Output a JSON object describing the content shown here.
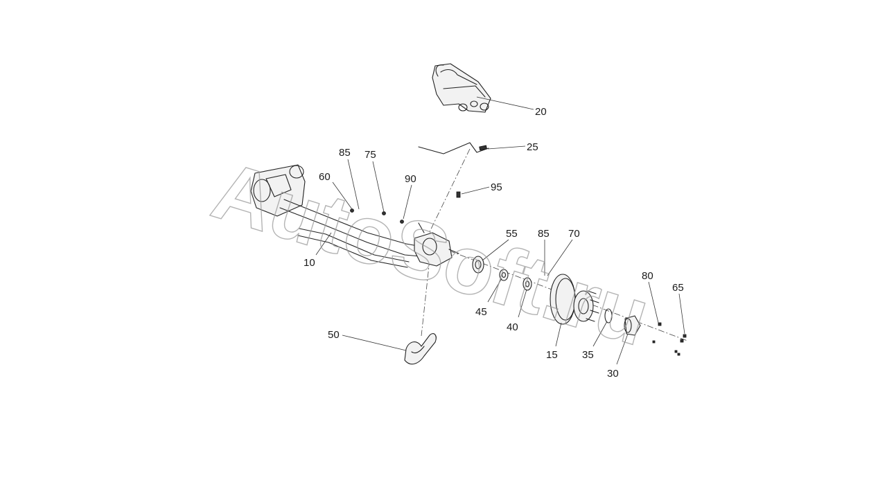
{
  "watermark": "AutoSoft.ru",
  "callouts": [
    {
      "id": "c20",
      "text": "20"
    },
    {
      "id": "c25",
      "text": "25"
    },
    {
      "id": "c85a",
      "text": "85"
    },
    {
      "id": "c75",
      "text": "75"
    },
    {
      "id": "c60",
      "text": "60"
    },
    {
      "id": "c90",
      "text": "90"
    },
    {
      "id": "c95",
      "text": "95"
    },
    {
      "id": "c10",
      "text": "10"
    },
    {
      "id": "c55",
      "text": "55"
    },
    {
      "id": "c85b",
      "text": "85"
    },
    {
      "id": "c70",
      "text": "70"
    },
    {
      "id": "c80",
      "text": "80"
    },
    {
      "id": "c65",
      "text": "65"
    },
    {
      "id": "c45",
      "text": "45"
    },
    {
      "id": "c40",
      "text": "40"
    },
    {
      "id": "c15",
      "text": "15"
    },
    {
      "id": "c35",
      "text": "35"
    },
    {
      "id": "c30",
      "text": "30"
    },
    {
      "id": "c50",
      "text": "50"
    }
  ]
}
